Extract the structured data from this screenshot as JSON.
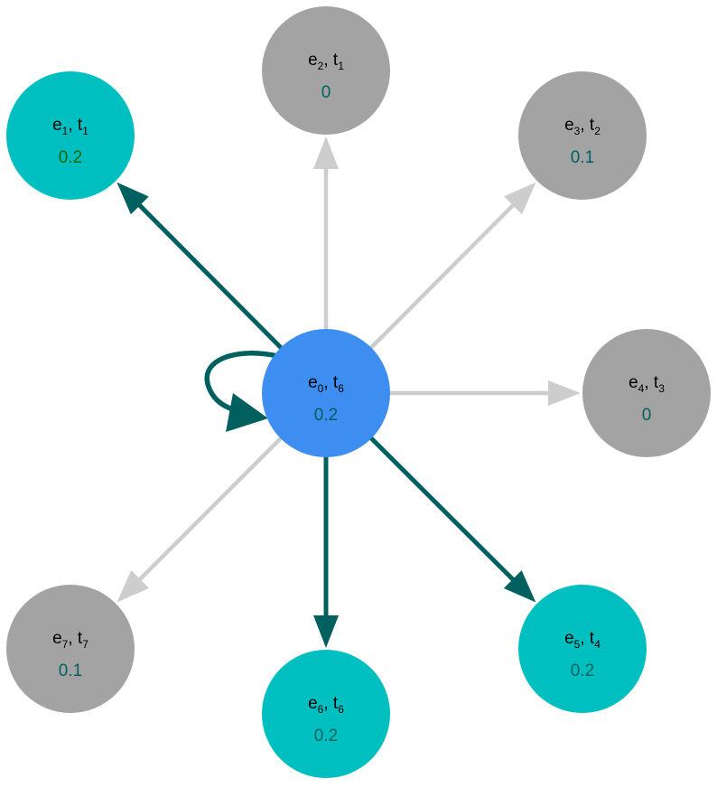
{
  "colors": {
    "center_fill": "#3d8ef0",
    "highlight_fill": "#00bfc0",
    "inactive_fill": "#a3a3a3",
    "active_edge": "#006060",
    "inactive_edge": "#cdcdcd",
    "value_default": "#006060",
    "value_green": "#006400"
  },
  "center": {
    "id": "n0",
    "e": "0",
    "t": "6",
    "value": "0.2"
  },
  "nodes": [
    {
      "id": "n1",
      "e": "1",
      "t": "1",
      "value": "0.2",
      "state": "highlight",
      "edge": "active",
      "value_color": "value_green"
    },
    {
      "id": "n2",
      "e": "2",
      "t": "1",
      "value": "0",
      "state": "inactive",
      "edge": "inactive",
      "value_color": "value_default"
    },
    {
      "id": "n3",
      "e": "3",
      "t": "2",
      "value": "0.1",
      "state": "inactive",
      "edge": "inactive",
      "value_color": "value_default"
    },
    {
      "id": "n4",
      "e": "4",
      "t": "3",
      "value": "0",
      "state": "inactive",
      "edge": "inactive",
      "value_color": "value_default"
    },
    {
      "id": "n5",
      "e": "5",
      "t": "4",
      "value": "0.2",
      "state": "highlight",
      "edge": "active",
      "value_color": "value_default"
    },
    {
      "id": "n6",
      "e": "6",
      "t": "6",
      "value": "0.2",
      "state": "highlight",
      "edge": "active",
      "value_color": "value_default"
    },
    {
      "id": "n7",
      "e": "7",
      "t": "7",
      "value": "0.1",
      "state": "inactive",
      "edge": "inactive",
      "value_color": "value_default"
    }
  ],
  "self_loop": {
    "edge": "active"
  }
}
